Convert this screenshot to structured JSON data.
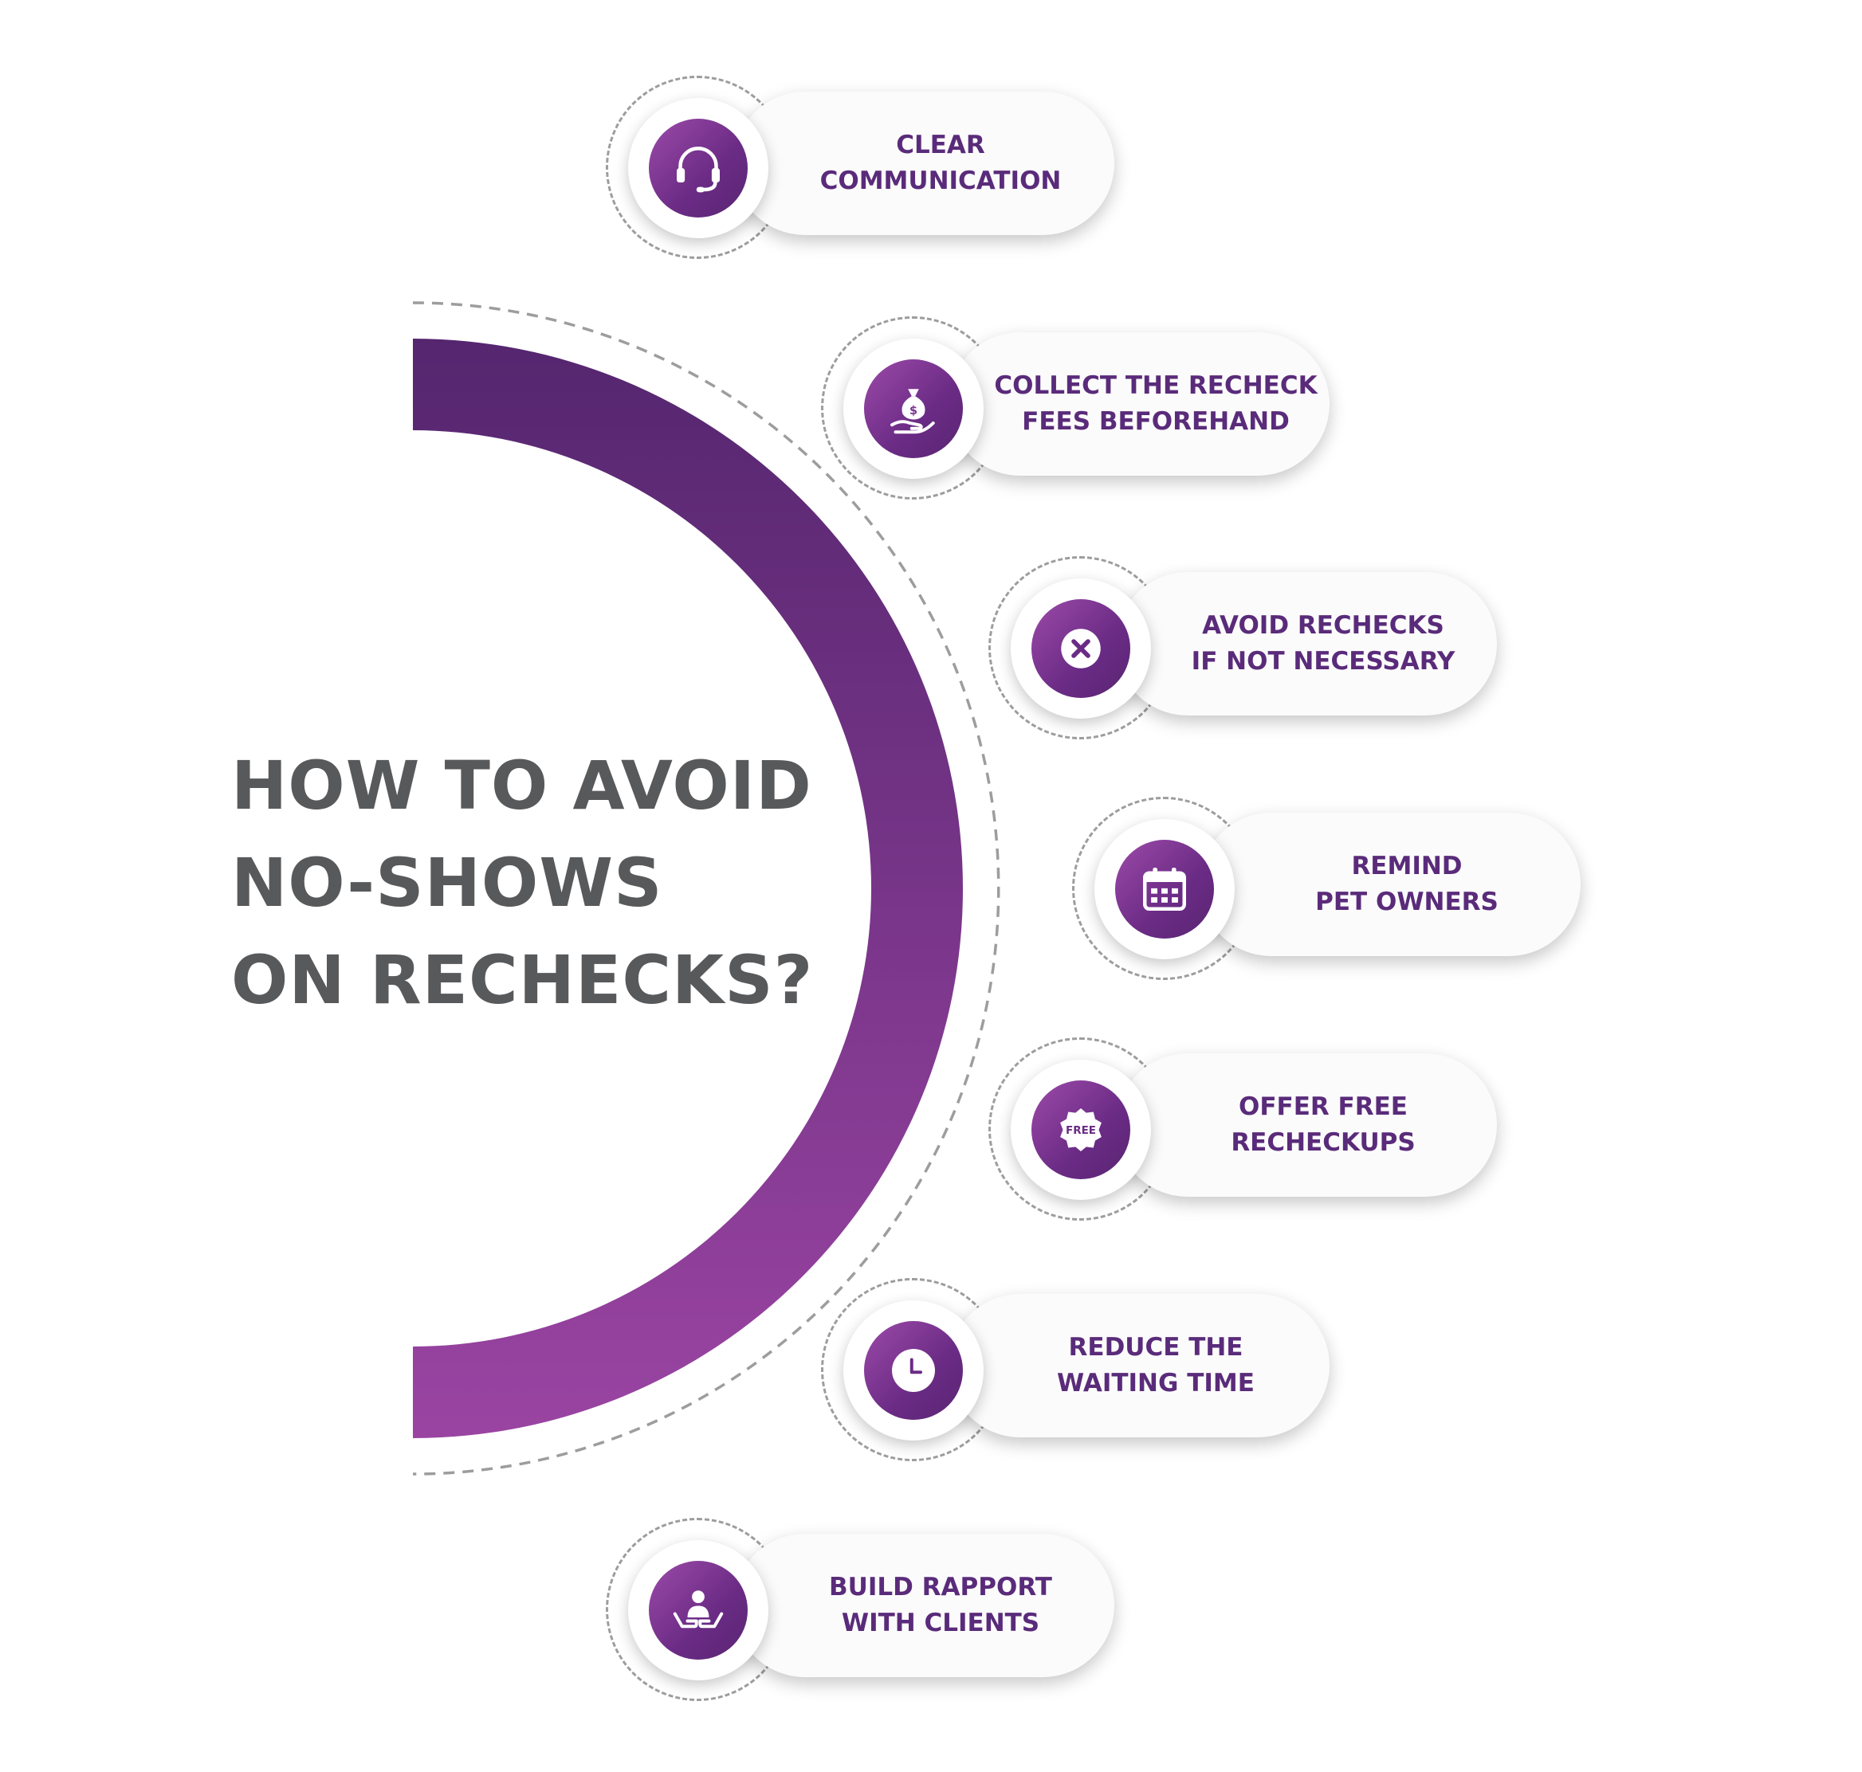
{
  "title": {
    "line1": "HOW TO AVOID",
    "line2": "NO-SHOWS",
    "line3": "ON RECHECKS?"
  },
  "colors": {
    "arc_top": "#55266f",
    "arc_bottom": "#9a44a2",
    "title_text": "#58595b",
    "label_text": "#5a2b7a",
    "dashes": "#9d9d9d"
  },
  "items": [
    {
      "icon": "headset-icon",
      "line1": "CLEAR",
      "line2": "COMMUNICATION"
    },
    {
      "icon": "money-bag-hand-icon",
      "line1": "COLLECT THE RECHECK",
      "line2": "FEES BEFOREHAND"
    },
    {
      "icon": "x-circle-icon",
      "line1": "AVOID RECHECKS",
      "line2": "IF NOT NECESSARY"
    },
    {
      "icon": "calendar-icon",
      "line1": "REMIND",
      "line2": "PET OWNERS"
    },
    {
      "icon": "free-badge-icon",
      "badge_text": "FREE",
      "line1": "OFFER FREE",
      "line2": "RECHECKUPS"
    },
    {
      "icon": "clock-icon",
      "line1": "REDUCE THE",
      "line2": "WAITING TIME"
    },
    {
      "icon": "person-hands-icon",
      "line1": "BUILD RAPPORT",
      "line2": "WITH CLIENTS"
    }
  ]
}
